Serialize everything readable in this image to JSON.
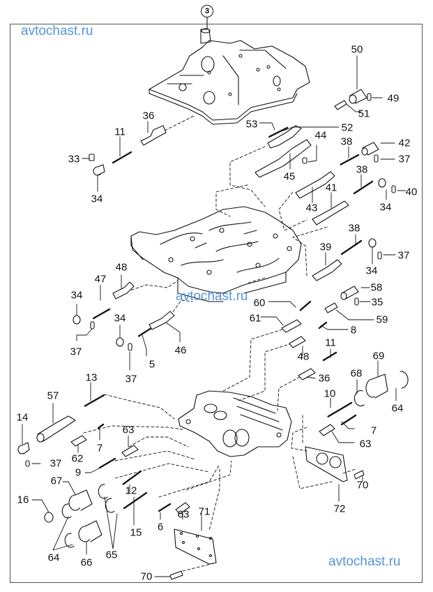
{
  "diagram": {
    "type": "exploded parts diagram",
    "subject": "automatic transmission valve body assembly",
    "assembly_callout": "3",
    "watermarks": [
      "avtochast.ru",
      "avtochast.ru",
      "avtochast.ru"
    ],
    "watermark_color": "#4f8fd6",
    "line_color": "#111111",
    "callouts": [
      {
        "id": "c50",
        "text": "50"
      },
      {
        "id": "c49",
        "text": "49"
      },
      {
        "id": "c36a",
        "text": "36"
      },
      {
        "id": "c51",
        "text": "51"
      },
      {
        "id": "c11a",
        "text": "11"
      },
      {
        "id": "c53",
        "text": "53"
      },
      {
        "id": "c52",
        "text": "52"
      },
      {
        "id": "c33",
        "text": "33"
      },
      {
        "id": "c44",
        "text": "44"
      },
      {
        "id": "c38a",
        "text": "38"
      },
      {
        "id": "c42",
        "text": "42"
      },
      {
        "id": "c37a",
        "text": "37"
      },
      {
        "id": "c34a",
        "text": "34"
      },
      {
        "id": "c45",
        "text": "45"
      },
      {
        "id": "c38b",
        "text": "38"
      },
      {
        "id": "c41",
        "text": "41"
      },
      {
        "id": "c40",
        "text": "40"
      },
      {
        "id": "c43",
        "text": "43"
      },
      {
        "id": "c34b",
        "text": "34"
      },
      {
        "id": "c38c",
        "text": "38"
      },
      {
        "id": "c39",
        "text": "39"
      },
      {
        "id": "c37b",
        "text": "37"
      },
      {
        "id": "c34c",
        "text": "34"
      },
      {
        "id": "c48a",
        "text": "48"
      },
      {
        "id": "c47",
        "text": "47"
      },
      {
        "id": "c58",
        "text": "58"
      },
      {
        "id": "c34d",
        "text": "34"
      },
      {
        "id": "c35",
        "text": "35"
      },
      {
        "id": "c60",
        "text": "60"
      },
      {
        "id": "c59",
        "text": "59"
      },
      {
        "id": "c61",
        "text": "61"
      },
      {
        "id": "c34e",
        "text": "34"
      },
      {
        "id": "c8",
        "text": "8"
      },
      {
        "id": "c37c",
        "text": "37"
      },
      {
        "id": "c46",
        "text": "46"
      },
      {
        "id": "c11b",
        "text": "11"
      },
      {
        "id": "c48b",
        "text": "48"
      },
      {
        "id": "c5",
        "text": "5"
      },
      {
        "id": "c37d",
        "text": "37"
      },
      {
        "id": "c69",
        "text": "69"
      },
      {
        "id": "c68",
        "text": "68"
      },
      {
        "id": "c36b",
        "text": "36"
      },
      {
        "id": "c13",
        "text": "13"
      },
      {
        "id": "c64a",
        "text": "64"
      },
      {
        "id": "c57",
        "text": "57"
      },
      {
        "id": "c10",
        "text": "10"
      },
      {
        "id": "c14",
        "text": "14"
      },
      {
        "id": "c7a",
        "text": "7"
      },
      {
        "id": "c63a",
        "text": "63"
      },
      {
        "id": "c7b",
        "text": "7"
      },
      {
        "id": "c62",
        "text": "62"
      },
      {
        "id": "c63b",
        "text": "63"
      },
      {
        "id": "c37e",
        "text": "37"
      },
      {
        "id": "c9",
        "text": "9"
      },
      {
        "id": "c70a",
        "text": "70"
      },
      {
        "id": "c67",
        "text": "67"
      },
      {
        "id": "c12",
        "text": "12"
      },
      {
        "id": "c72",
        "text": "72"
      },
      {
        "id": "c16",
        "text": "16"
      },
      {
        "id": "c63c",
        "text": "63"
      },
      {
        "id": "c71",
        "text": "71"
      },
      {
        "id": "c6",
        "text": "6"
      },
      {
        "id": "c15",
        "text": "15"
      },
      {
        "id": "c64b",
        "text": "64"
      },
      {
        "id": "c65",
        "text": "65"
      },
      {
        "id": "c66",
        "text": "66"
      },
      {
        "id": "c70b",
        "text": "70"
      }
    ]
  }
}
